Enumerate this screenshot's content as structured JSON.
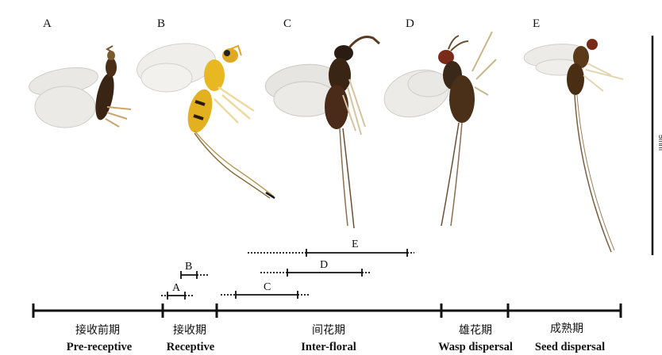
{
  "panels": [
    {
      "id": "A",
      "label": "A"
    },
    {
      "id": "B",
      "label": "B"
    },
    {
      "id": "C",
      "label": "C"
    },
    {
      "id": "D",
      "label": "D"
    },
    {
      "id": "E",
      "label": "E"
    }
  ],
  "scale_bar": {
    "label": "5mm"
  },
  "ranges": [
    {
      "label": "A"
    },
    {
      "label": "B"
    },
    {
      "label": "C"
    },
    {
      "label": "D"
    },
    {
      "label": "E"
    }
  ],
  "stages": [
    {
      "zh": "接收前期",
      "en": "Pre-receptive"
    },
    {
      "zh": "接收期",
      "en": "Receptive"
    },
    {
      "zh": "间花期",
      "en": "Inter-floral"
    },
    {
      "zh": "雄花期",
      "en": "Wasp dispersal"
    },
    {
      "zh": "成熟期",
      "en": "Seed dispersal"
    }
  ],
  "colors": {
    "body_dark": "#3a2414",
    "body_yellow": "#e8b823",
    "wing": "#e9e8e4",
    "line": "#111111"
  }
}
